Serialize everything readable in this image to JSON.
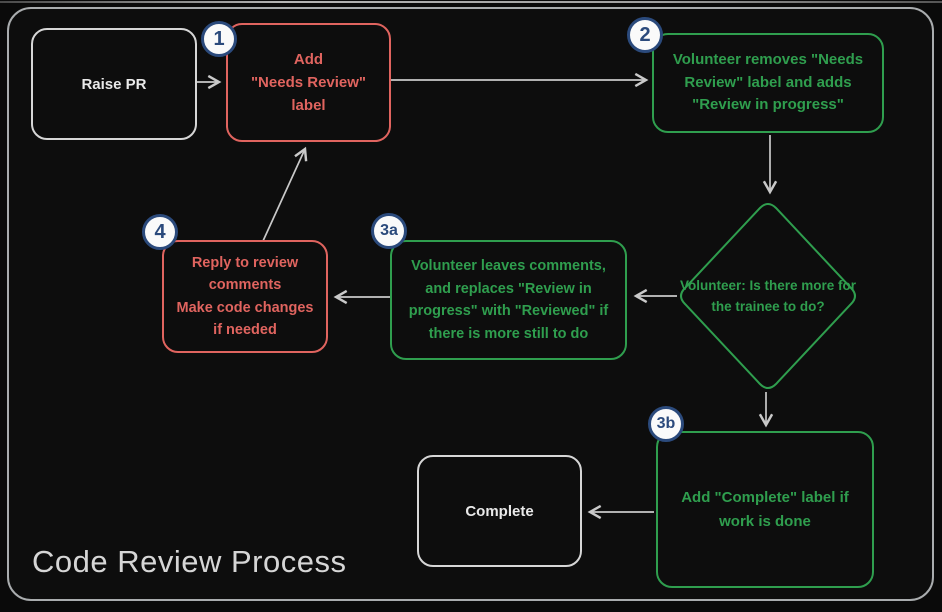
{
  "title": "Code Review Process",
  "colors": {
    "background": "#0d0d0d",
    "frame_border": "#a9acae",
    "red_accent": "#e0645f",
    "green_accent": "#2f9e4e",
    "badge_blue": "#2b4a7c",
    "badge_fill": "#fafafa",
    "neutral_border": "#d6d6d6",
    "arrow": "#c9c9c9",
    "title_text": "#d6d6d6"
  },
  "nodes": {
    "raise_pr": {
      "label": "Raise PR"
    },
    "add_needs_review": {
      "badge": "1",
      "label": "Add\n\"Needs Review\"\nlabel"
    },
    "volunteer_removes": {
      "badge": "2",
      "label": "Volunteer removes \"Needs\nReview\" label and adds\n\"Review in progress\""
    },
    "decision": {
      "label": "Volunteer:\nIs there more for\nthe trainee to do?"
    },
    "volunteer_leaves_comments": {
      "badge": "3a",
      "label": "Volunteer leaves comments,\nand replaces \"Review in\nprogress\" with \"Reviewed\" if\nthere is more still to do"
    },
    "reply_to_comments": {
      "badge": "4",
      "label": "Reply to review\ncomments\nMake code changes\nif needed"
    },
    "add_complete_label": {
      "badge": "3b",
      "label": "Add \"Complete\" label if\nwork is done"
    },
    "complete": {
      "label": "Complete"
    }
  },
  "edges": [
    {
      "from": "raise_pr",
      "to": "add_needs_review"
    },
    {
      "from": "add_needs_review",
      "to": "volunteer_removes"
    },
    {
      "from": "volunteer_removes",
      "to": "decision"
    },
    {
      "from": "decision",
      "to": "volunteer_leaves_comments"
    },
    {
      "from": "volunteer_leaves_comments",
      "to": "reply_to_comments"
    },
    {
      "from": "reply_to_comments",
      "to": "add_needs_review"
    },
    {
      "from": "decision",
      "to": "add_complete_label"
    },
    {
      "from": "add_complete_label",
      "to": "complete"
    }
  ]
}
